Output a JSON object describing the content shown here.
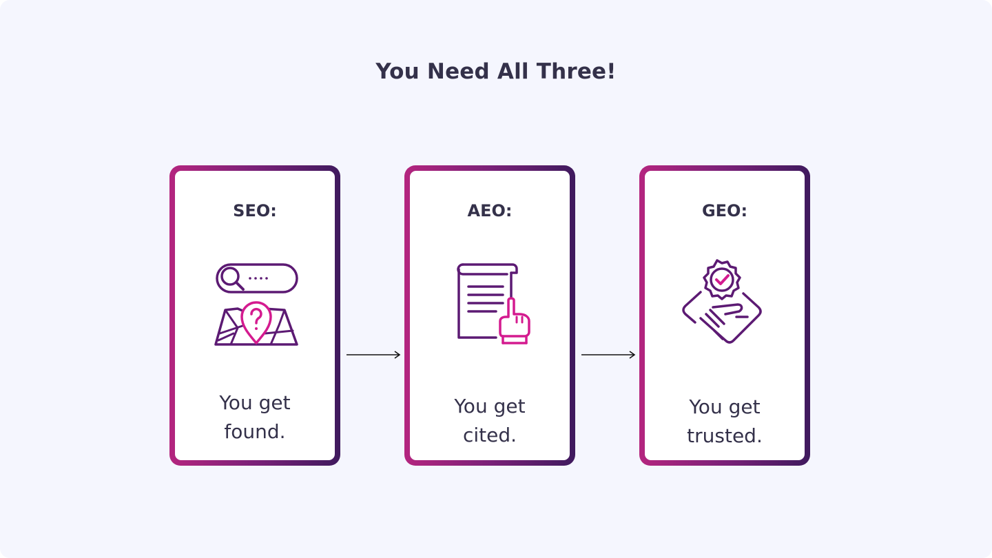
{
  "title": "You Need All Three!",
  "cards": [
    {
      "label": "SEO:",
      "line1": "You get",
      "line2": "found.",
      "icon": "search-map-icon"
    },
    {
      "label": "AEO:",
      "line1": "You get",
      "line2": "cited.",
      "icon": "document-pointer-icon"
    },
    {
      "label": "GEO:",
      "line1": "You get",
      "line2": "trusted.",
      "icon": "handshake-badge-icon"
    }
  ],
  "colors": {
    "purple": "#5c1a73",
    "magenta": "#d41b8f",
    "text": "#34314a",
    "background": "#f5f6fe"
  }
}
